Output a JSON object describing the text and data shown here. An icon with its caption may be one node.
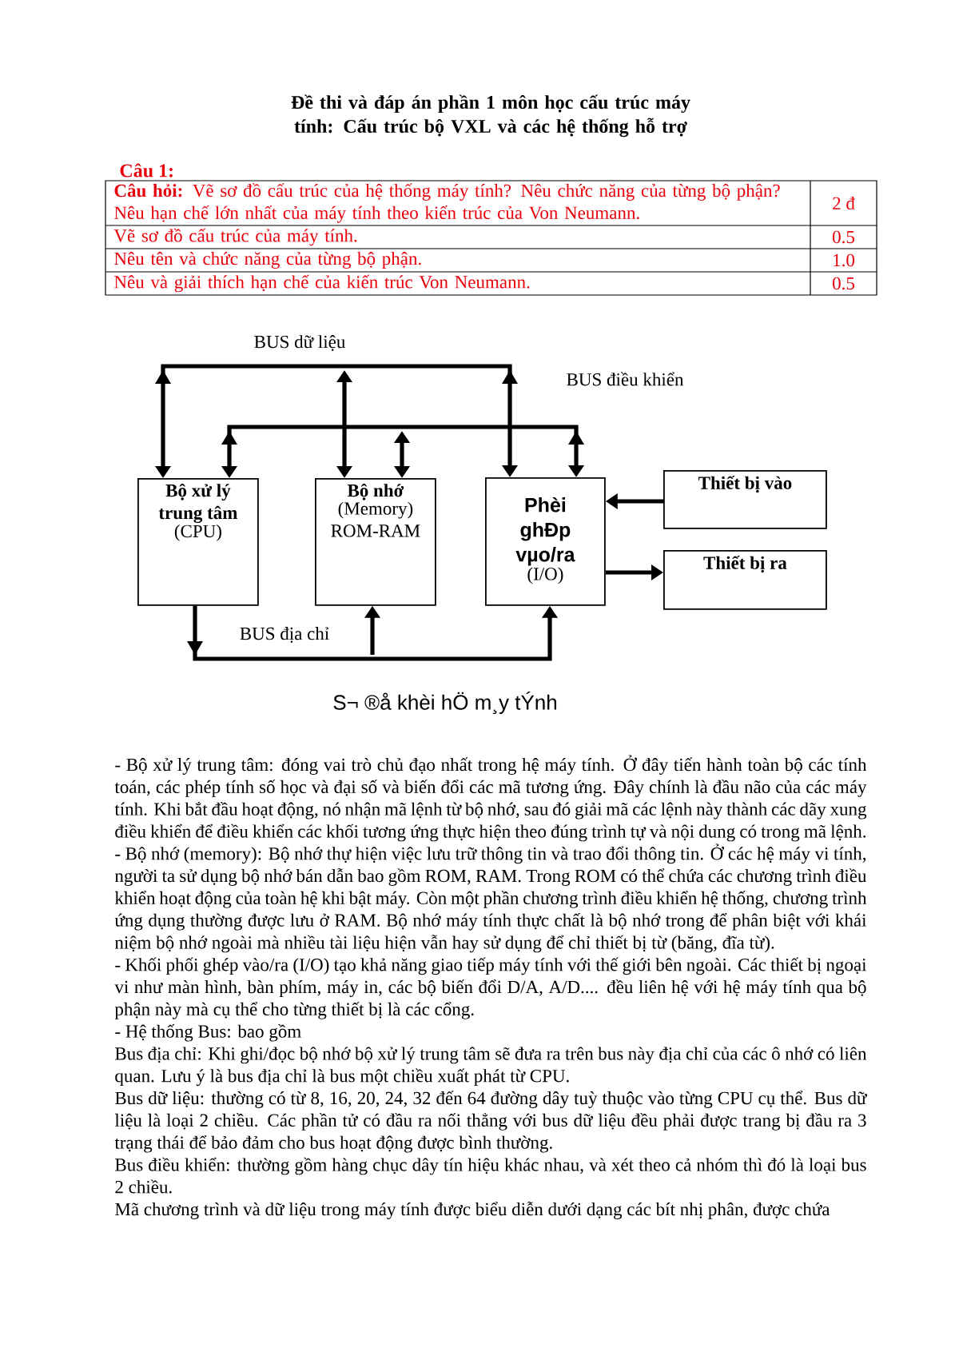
{
  "diagram": {
    "title": "Đề thi và đáp án phần 1 môn học cấu trúc máy tính: Cấu trúc bộ VXL và các hệ thống hỗ trợ",
    "caption": "S¬ ®å khèi hÖ m¸y tÝnh",
    "nodes": [
      {
        "text": [
          "Bộ xử lý trung tâm",
          "(CPU)"
        ]
      },
      {
        "text": [
          "Bộ nhớ",
          "(Memory) ROM-RAM"
        ]
      },
      {
        "text": [
          "Phèi ghÐp vµo/ra",
          "(I/O)"
        ]
      },
      {
        "text": [
          "Thiết bị vào"
        ]
      },
      {
        "text": [
          "Thiết bị ra"
        ]
      }
    ],
    "edges": [
      {
        "from": 0,
        "to": 2,
        "arrow": "both",
        "label": "BUS dữ liệu"
      },
      {
        "from": 1,
        "to": null,
        "arrow": "both"
      },
      {
        "from": 0,
        "to": 2,
        "arrow": "both",
        "label": "BUS điều khiển"
      },
      {
        "from": 1,
        "to": null,
        "arrow": "both"
      },
      {
        "from": 0,
        "to": 2,
        "arrow": "to",
        "label": "BUS địa chỉ"
      },
      {
        "from": null,
        "to": 1,
        "arrow": "to"
      },
      {
        "from": 3,
        "to": 2,
        "arrow": "to"
      },
      {
        "from": 2,
        "to": 4,
        "arrow": "to"
      }
    ],
    "labels": [
      "Câu 1:",
      "**Câu hỏi:** Vẽ sơ đồ cấu trúc của hệ thống máy tính? Nêu chức năng của từng bộ phận? Nêu hạn chế lớn nhất của máy tính theo kiến trúc của Von Neumann.",
      "2 đ",
      "Vẽ sơ đồ cấu trúc của máy tính.",
      "0.5",
      "Nêu tên và chức năng của từng bộ phận.",
      "1.0",
      "Nêu và giải thích hạn chế của kiến trúc Von Neumann.",
      "0.5",
      "- Bộ xử lý trung tâm: đóng vai trò chủ đạo nhất trong hệ máy tính. Ở đây tiến hành toàn bộ các tính toán, các phép tính số học và đại số và biến đổi các mã tương ứng. Đây chính là đầu não của các máy tính. Khi bắt đầu hoạt động, nó nhận mã lệnh từ bộ nhớ, sau đó giải mã các lệnh này thành các dãy xung điều khiển để điều khiển các khối tương ứng thực hiện theo đúng trình tự và nội dung có trong mã lệnh.",
      "- Bộ nhớ (memory): Bộ nhớ thự hiện việc lưu trữ thông tin và trao đổi thông tin. Ở các hệ máy vi tính, người ta sử dụng bộ nhớ bán dẫn bao gồm ROM, RAM. Trong ROM có thể chứa các chương trình điều khiển hoạt động của toàn hệ khi bật máy. Còn một phần chương trình điều khiển hệ thống, chương trình ứng dụng thường được lưu ở RAM. Bộ nhớ máy tính thực chất là bộ nhớ trong để phân biệt với khái niệm bộ nhớ ngoài mà nhiều tài liệu hiện vẫn hay sử dụng để chỉ thiết bị từ (băng, đĩa từ).",
      "- Khối phối ghép vào/ra (I/O) tạo khả năng giao tiếp máy tính với thế giới bên ngoài. Các thiết bị ngoại vi như màn hình, bàn phím, máy in, các bộ biến đổi D/A, A/D.... đều liên hệ với hệ máy tính qua bộ phận này mà cụ thể cho từng thiết bị là các cổng.",
      "- Hệ thống Bus: bao gồm",
      "Bus địa chỉ: Khi ghi/đọc bộ nhớ bộ xử lý trung tâm sẽ đưa ra trên bus này địa chỉ của các ô nhớ có liên quan. Lưu ý là bus địa chỉ là bus một chiều xuất phát từ CPU.",
      "Bus dữ liệu: thường có từ 8, 16, 20, 24, 32 đến 64 đường dây tuỳ thuộc vào từng CPU cụ thể. Bus dữ liệu là loại 2 chiều. Các phần tử có đầu ra nối thẳng với bus dữ liệu đều phải được trang bị đầu ra 3 trạng thái để bảo đảm cho bus hoạt động được bình thường.",
      "Bus điều khiển: thường gồm hàng chục dây tín hiệu khác nhau, và xét theo cả nhóm thì đó là loại bus 2 chiều.",
      "Mã chương trình và dữ liệu trong máy tính được biểu diễn dưới dạng các bít nhị phân, được chứa"
    ]
  }
}
